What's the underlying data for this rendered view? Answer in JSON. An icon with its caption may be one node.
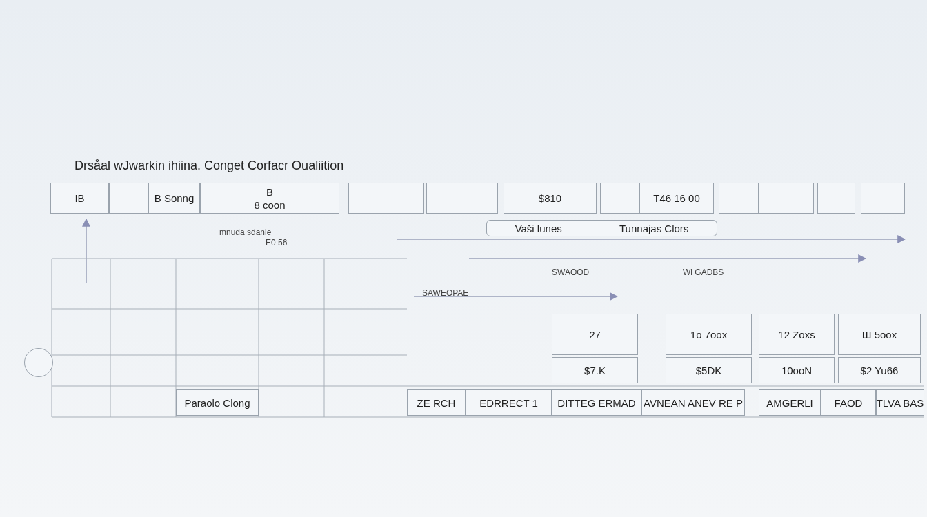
{
  "diagram": {
    "title": "Drsåal wJwarkin ihiina. Conget Corfacr Oualiition",
    "nodes": [
      {
        "text": [
          "IB"
        ]
      },
      {
        "text": [],
        "shape": "box"
      },
      {
        "text": [
          "B Sonng"
        ]
      },
      {
        "text": [
          "B",
          "8 coon"
        ]
      },
      {
        "text": [],
        "shape": "box"
      },
      {
        "text": [],
        "shape": "box"
      },
      {
        "text": [
          "$810"
        ]
      },
      {
        "text": [],
        "shape": "box"
      },
      {
        "text": [
          "T46 16 00"
        ]
      },
      {
        "text": [],
        "shape": "box"
      },
      {
        "text": [],
        "shape": "box"
      },
      {
        "text": [],
        "shape": "box"
      },
      {
        "text": [],
        "shape": "box"
      },
      {
        "text": [
          "Vaši lunes",
          "Tunnajas Clors"
        ]
      },
      {
        "text": [
          "27"
        ]
      },
      {
        "text": [
          "1o 7oox"
        ]
      },
      {
        "text": [
          "12 Zoxs"
        ]
      },
      {
        "text": [
          "Ш 5oox"
        ]
      },
      {
        "text": [
          "$7.K"
        ]
      },
      {
        "text": [
          "$5DK"
        ]
      },
      {
        "text": [
          "10ooN"
        ]
      },
      {
        "text": [
          "$2 Yu66"
        ]
      },
      {
        "text": [
          "Paraolo Clong"
        ]
      },
      {
        "text": [
          "ZE RCH"
        ]
      },
      {
        "text": [
          "EDRRECT 1"
        ]
      },
      {
        "text": [
          "DITTEG ERMAD"
        ]
      },
      {
        "text": [
          "AVNEAN ANEV RE P"
        ]
      },
      {
        "text": [
          "AMGERLI"
        ]
      },
      {
        "text": [
          "FAOD"
        ]
      },
      {
        "text": [
          "TLVA BAS"
        ]
      },
      {
        "text": [],
        "shape": "circle"
      }
    ],
    "labels": [
      "mnuda sdanie",
      "E0 56",
      "SAWEOPAE",
      "SWAOOD",
      "Wi GADBS"
    ]
  }
}
